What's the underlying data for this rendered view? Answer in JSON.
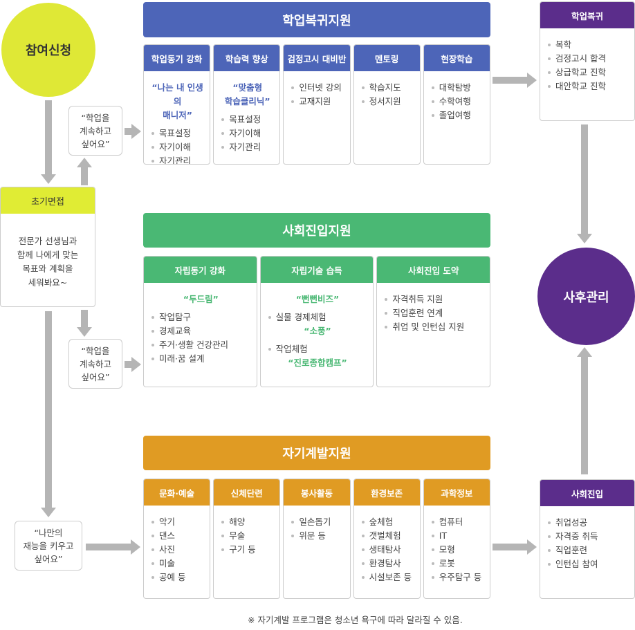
{
  "colors": {
    "blue": "#4d65b8",
    "green": "#4ab874",
    "orange": "#e09b23",
    "purple": "#5b2d8b",
    "lime": "#dfe836",
    "arrow": "#b5b5b5"
  },
  "start_circle": "참여신청",
  "intro": {
    "title": "초기면접",
    "text": "전문가 선생님과\n함께 나에게 맞는\n목표와 계획을\n세워봐요~"
  },
  "bubbles": [
    "“학업을\n계속하고\n싶어요”",
    "“학업을\n계속하고\n싶어요”",
    "“나만의\n재능을 키우고\n싶어요”"
  ],
  "sections": [
    {
      "title": "학업복귀지원",
      "cards": [
        {
          "title": "학업동기 강화",
          "body": [
            {
              "quote": "“나는 내 인생의\n매니저”"
            },
            {
              "item": "목표설정"
            },
            {
              "item": "자기이해"
            },
            {
              "item": "자기관리"
            }
          ]
        },
        {
          "title": "학습력 향상",
          "body": [
            {
              "quote": "“맞춤형\n학습클리닉”"
            },
            {
              "item": "목표설정"
            },
            {
              "item": "자기이해"
            },
            {
              "item": "자기관리"
            }
          ]
        },
        {
          "title": "검정고시 대비반",
          "body": [
            {
              "item": "인터넷 강의"
            },
            {
              "item": "교재지원"
            }
          ]
        },
        {
          "title": "멘토링",
          "body": [
            {
              "item": "학습지도"
            },
            {
              "item": "정서지원"
            }
          ]
        },
        {
          "title": "현장학습",
          "body": [
            {
              "item": "대학탐방"
            },
            {
              "item": "수학여행"
            },
            {
              "item": "졸업여행"
            }
          ]
        }
      ]
    },
    {
      "title": "사회진입지원",
      "cards": [
        {
          "title": "자립동기 강화",
          "body": [
            {
              "quote": "“두드림”"
            },
            {
              "item": "작업탐구"
            },
            {
              "item": "경제교육"
            },
            {
              "item": "주거·생활 건강관리"
            },
            {
              "item": "미래·꿈 설계"
            }
          ]
        },
        {
          "title": "자립기술 습득",
          "body": [
            {
              "quote": "“뻔뻔비즈”"
            },
            {
              "item": "실물 경제체험"
            },
            {
              "quote": "“소풍”"
            },
            {
              "item": "작업체험"
            },
            {
              "quote": "“진로종합캠프”"
            }
          ]
        },
        {
          "title": "사회진입 도약",
          "body": [
            {
              "item": "자격취득 지원"
            },
            {
              "item": "직업훈련 연계"
            },
            {
              "item": "취업 및 인턴십 지원"
            }
          ]
        }
      ]
    },
    {
      "title": "자기계발지원",
      "cards": [
        {
          "title": "문화·예술",
          "body": [
            {
              "item": "악기"
            },
            {
              "item": "댄스"
            },
            {
              "item": "사진"
            },
            {
              "item": "미술"
            },
            {
              "item": "공예 등"
            }
          ]
        },
        {
          "title": "신체단련",
          "body": [
            {
              "item": "해양"
            },
            {
              "item": "무술"
            },
            {
              "item": "구기 등"
            }
          ]
        },
        {
          "title": "봉사활동",
          "body": [
            {
              "item": "일손돕기"
            },
            {
              "item": "위문 등"
            }
          ]
        },
        {
          "title": "환경보존",
          "body": [
            {
              "item": "숲체험"
            },
            {
              "item": "갯벌체험"
            },
            {
              "item": "생태탐사"
            },
            {
              "item": "환경탐사"
            },
            {
              "item": "시설보존 등"
            }
          ]
        },
        {
          "title": "과학정보",
          "body": [
            {
              "item": "컴퓨터"
            },
            {
              "item": "IT"
            },
            {
              "item": "모형"
            },
            {
              "item": "로봇"
            },
            {
              "item": "우주탐구 등"
            }
          ]
        }
      ]
    }
  ],
  "outcomes": [
    {
      "title": "학업복귀",
      "body": [
        {
          "item": "복학"
        },
        {
          "item": "검정고시 합격"
        },
        {
          "item": "상급학교 진학"
        },
        {
          "item": "대안학교 진학"
        }
      ]
    },
    {
      "title": "사회진입",
      "body": [
        {
          "item": "취업성공"
        },
        {
          "item": "자격증 취득"
        },
        {
          "item": "직업훈련"
        },
        {
          "item": "인턴십 참여"
        }
      ]
    }
  ],
  "end_circle": "사후관리",
  "footnote": "※ 자기계발 프로그램은 청소년 욕구에 따라 달라질 수 있음."
}
